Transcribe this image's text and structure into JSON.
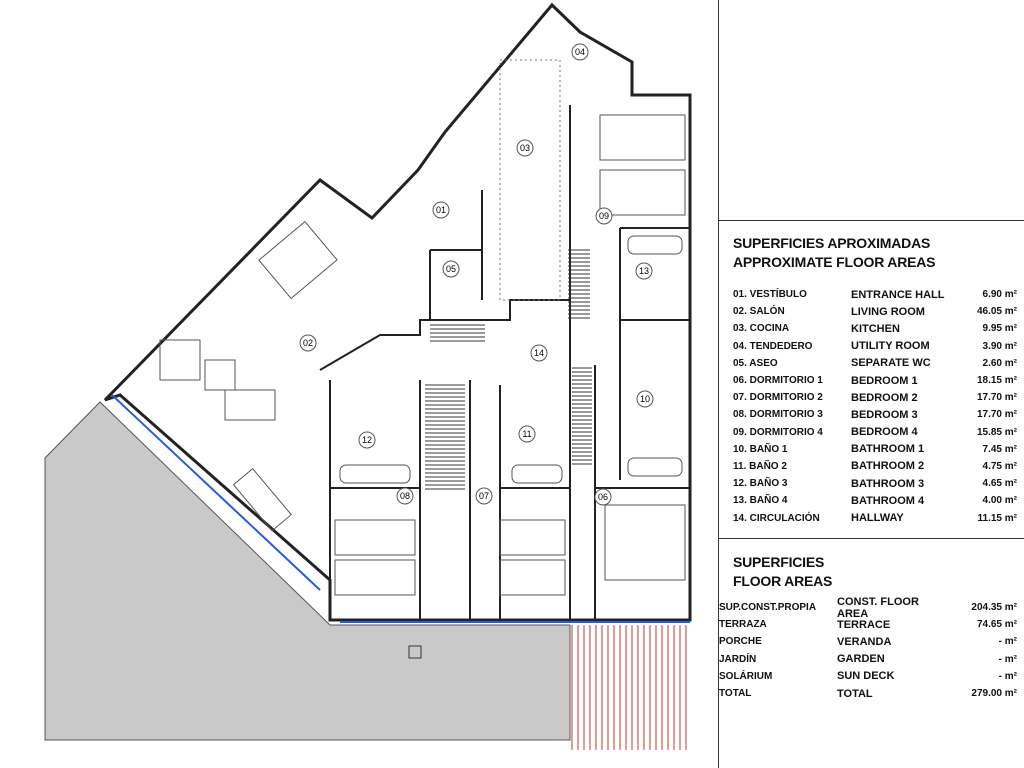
{
  "plan": {
    "room_numbers": [
      "01",
      "02",
      "03",
      "04",
      "05",
      "06",
      "07",
      "08",
      "09",
      "10",
      "11",
      "12",
      "13",
      "14"
    ]
  },
  "areas": {
    "title_es": "SUPERFICIES APROXIMADAS",
    "title_en": "APPROXIMATE FLOOR AREAS",
    "rows": [
      {
        "es": "01. VESTÍBULO",
        "en": "ENTRANCE HALL",
        "value": "6.90 m²"
      },
      {
        "es": "02. SALÓN",
        "en": "LIVING ROOM",
        "value": "46.05 m²"
      },
      {
        "es": "03. COCINA",
        "en": "KITCHEN",
        "value": "9.95 m²"
      },
      {
        "es": "04. TENDEDERO",
        "en": "UTILITY ROOM",
        "value": "3.90 m²"
      },
      {
        "es": "05. ASEO",
        "en": "SEPARATE WC",
        "value": "2.60 m²"
      },
      {
        "es": "06. DORMITORIO 1",
        "en": "BEDROOM 1",
        "value": "18.15 m²"
      },
      {
        "es": "07. DORMITORIO 2",
        "en": "BEDROOM 2",
        "value": "17.70 m²"
      },
      {
        "es": "08. DORMITORIO 3",
        "en": "BEDROOM 3",
        "value": "17.70 m²"
      },
      {
        "es": "09. DORMITORIO 4",
        "en": "BEDROOM 4",
        "value": "15.85 m²"
      },
      {
        "es": "10. BAÑO 1",
        "en": "BATHROOM 1",
        "value": "7.45 m²"
      },
      {
        "es": "11. BAÑO 2",
        "en": "BATHROOM 2",
        "value": "4.75 m²"
      },
      {
        "es": "12. BAÑO 3",
        "en": "BATHROOM 3",
        "value": "4.65 m²"
      },
      {
        "es": "13. BAÑO 4",
        "en": "BATHROOM 4",
        "value": "4.00 m²"
      },
      {
        "es": "14. CIRCULACIÓN",
        "en": "HALLWAY",
        "value": "11.15 m²"
      }
    ]
  },
  "totals": {
    "title_es": "SUPERFICIES",
    "title_en": "FLOOR AREAS",
    "rows": [
      {
        "es": "SUP.CONST.PROPIA",
        "en": "CONST. FLOOR AREA",
        "value": "204.35 m²"
      },
      {
        "es": "TERRAZA",
        "en": "TERRACE",
        "value": "74.65 m²"
      },
      {
        "es": "PORCHE",
        "en": "VERANDA",
        "value": "- m²"
      },
      {
        "es": "JARDÍN",
        "en": "GARDEN",
        "value": "- m²"
      },
      {
        "es": "SOLÁRIUM",
        "en": "SUN DECK",
        "value": "- m²"
      },
      {
        "es": "TOTAL",
        "en": "TOTAL",
        "value": "279.00 m²"
      }
    ]
  }
}
